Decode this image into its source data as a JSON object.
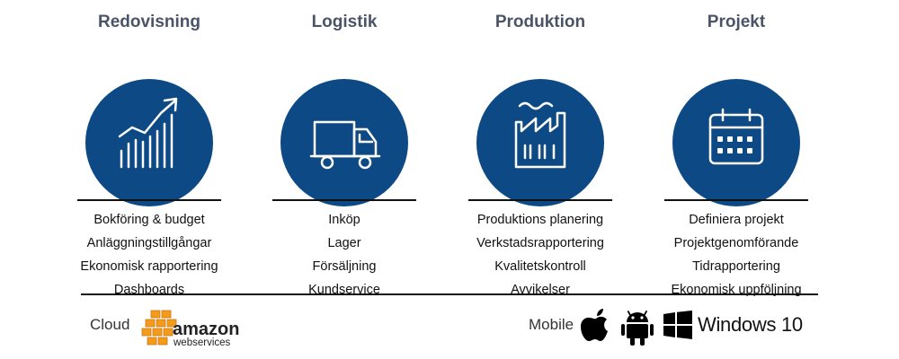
{
  "columns": [
    {
      "title": "Redovisning",
      "icon": "chart-growth-icon",
      "items": [
        "Bokföring & budget",
        "Anläggningstillgångar",
        "Ekonomisk rapportering",
        "Dashboards"
      ]
    },
    {
      "title": "Logistik",
      "icon": "delivery-truck-icon",
      "items": [
        "Inköp",
        "Lager",
        "Försäljning",
        "Kundservice"
      ]
    },
    {
      "title": "Produktion",
      "icon": "factory-icon",
      "items": [
        "Produktions planering",
        "Verkstadsrapportering",
        "Kvalitetskontroll",
        "Avvikelser"
      ]
    },
    {
      "title": "Projekt",
      "icon": "calendar-icon",
      "items": [
        "Definiera projekt",
        "Projektgenomförande",
        "Tidrapportering",
        "Ekonomisk uppföljning"
      ]
    }
  ],
  "footer": {
    "cloud_label": "Cloud",
    "aws_logo_text": "amazon",
    "aws_logo_subtext": "webservices",
    "mobile_label": "Mobile",
    "windows_label": "Windows 10"
  },
  "colors": {
    "circle": "#0d4a85",
    "title": "#4a5466",
    "aws_orange": "#f29b1d"
  }
}
